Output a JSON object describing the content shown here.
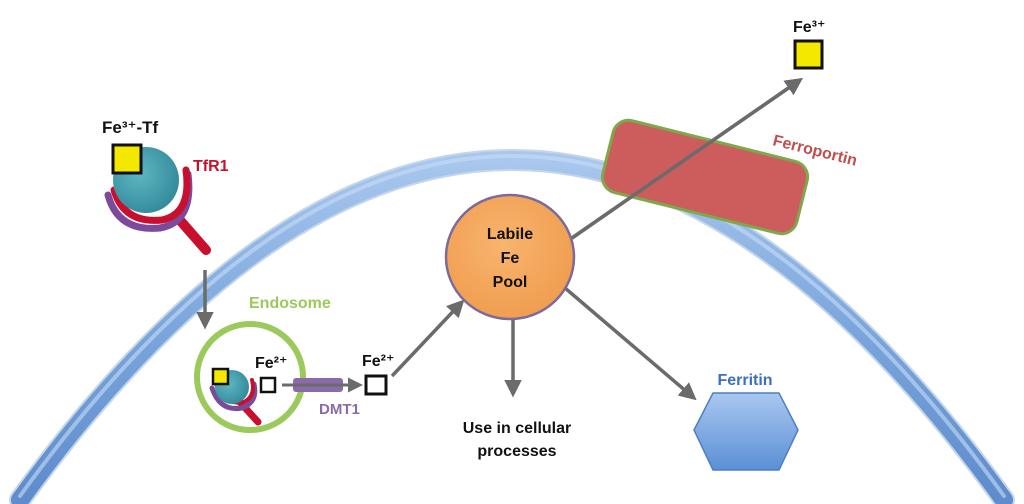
{
  "labels": {
    "fe3_tf": "Fe³⁺-Tf",
    "tfr1": "TfR1",
    "endosome": "Endosome",
    "fe2_endosome": "Fe²⁺",
    "fe2_cytosol": "Fe²⁺",
    "dmt1": "DMT1",
    "pool_line1": "Labile",
    "pool_line2": "Fe",
    "pool_line3": "Pool",
    "ferroportin": "Ferroportin",
    "fe3_out": "Fe³⁺",
    "ferritin": "Ferritin",
    "use_line1": "Use in cellular",
    "use_line2": "processes"
  },
  "colors": {
    "membrane": "#7aa6dc",
    "transferrin": "#3f9aaa",
    "iron_fe3": "#f4e800",
    "tfr1": "#c8102e",
    "tfr1_shadow": "#7b4a9a",
    "endosome_ring": "#9cc95b",
    "dmt1": "#8b6aaa",
    "pool": "#f4a55a",
    "ferroportin": "#cd5c5c",
    "ferroportin_border": "#7ea94b",
    "ferritin": "#6f9edb",
    "arrow": "#6b6b6b"
  },
  "icons": {
    "fe3_square": "square-filled-yellow",
    "fe2_square": "square-outline"
  }
}
